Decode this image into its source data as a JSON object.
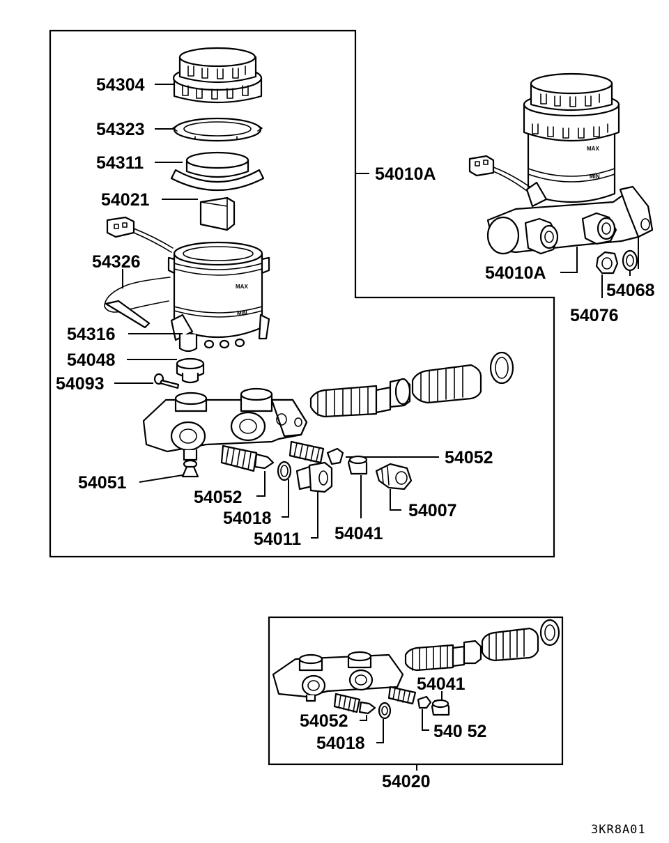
{
  "labels": {
    "cap": "54304",
    "filter": "54323",
    "diaphragm": "54311",
    "float": "54021",
    "sensor": "54326",
    "reservoir": "54316",
    "grommet": "54048",
    "pin": "54093",
    "bleeder": "54051",
    "spring_left": "54052",
    "oring_left": "54018",
    "bolt": "54011",
    "retainer": "54041",
    "plug": "54007",
    "spring_right": "54052",
    "assembly_right": "54010A",
    "assembly_box": "54010A",
    "nut": "54076",
    "washer": "54068",
    "kit_retainer": "54041",
    "kit_spring_left": "54052",
    "kit_oring": "54018",
    "kit_spring_right": "540 52",
    "kit": "54020"
  },
  "reservoir_marks": {
    "max": "MAX",
    "min": "MIN"
  },
  "figure_code": "3KR8A01"
}
